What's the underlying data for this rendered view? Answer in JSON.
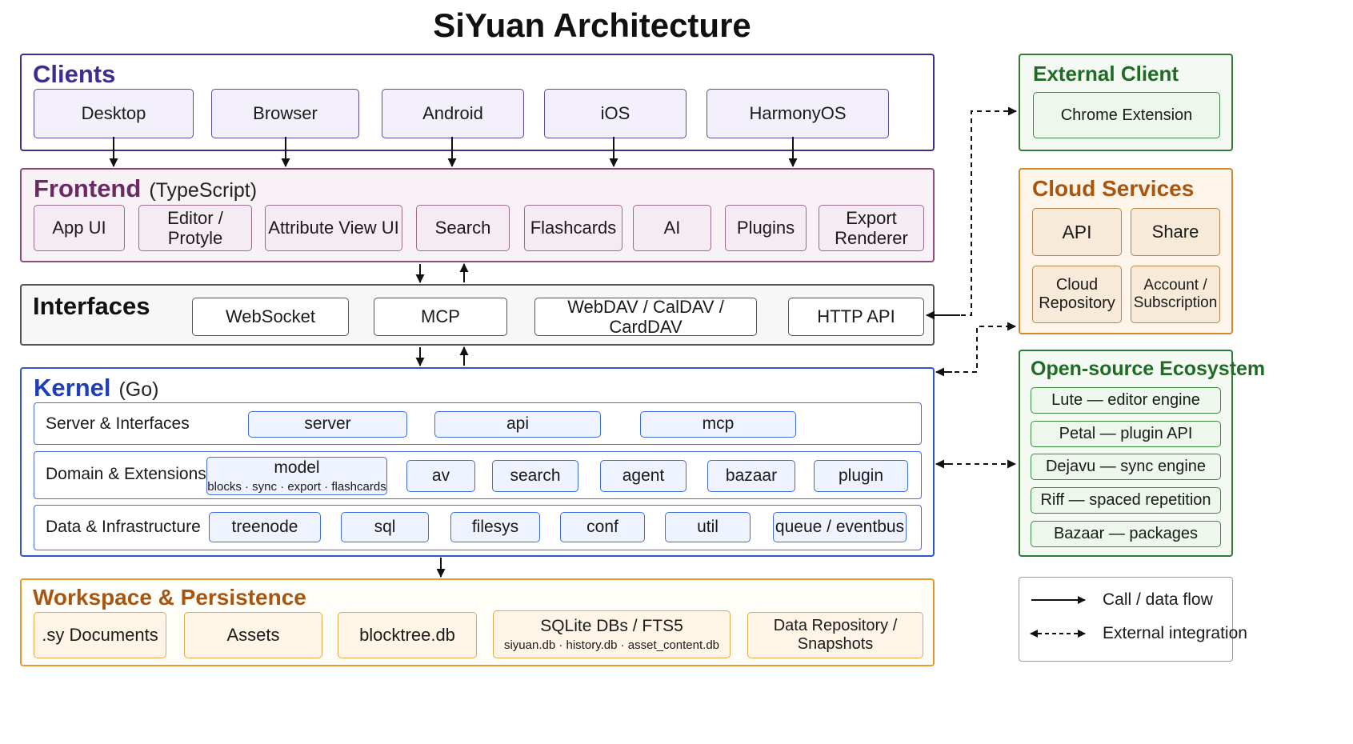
{
  "title": "SiYuan Architecture",
  "clients": {
    "title": "Clients",
    "items": [
      "Desktop",
      "Browser",
      "Android",
      "iOS",
      "HarmonyOS"
    ]
  },
  "frontend": {
    "title": "Frontend",
    "subtitle": "(TypeScript)",
    "items": [
      "App UI",
      "Editor / Protyle",
      "Attribute View UI",
      "Search",
      "Flashcards",
      "AI",
      "Plugins",
      "Export Renderer"
    ]
  },
  "interfaces": {
    "title": "Interfaces",
    "items": [
      "WebSocket",
      "MCP",
      "WebDAV / CalDAV / CardDAV",
      "HTTP API"
    ]
  },
  "kernel": {
    "title": "Kernel",
    "subtitle": "(Go)",
    "server": {
      "label": "Server  &  Interfaces",
      "items": [
        "server",
        "api",
        "mcp"
      ]
    },
    "domain": {
      "label": "Domain  &  Extensions",
      "model": {
        "name": "model",
        "detail": "blocks · sync · export · flashcards"
      },
      "items": [
        "av",
        "search",
        "agent",
        "bazaar",
        "plugin"
      ]
    },
    "data": {
      "label": "Data  &  Infrastructure",
      "items": [
        "treenode",
        "sql",
        "filesys",
        "conf",
        "util",
        "queue / eventbus"
      ]
    }
  },
  "workspace": {
    "title": "Workspace & Persistence",
    "sy_documents": ".sy Documents",
    "assets": "Assets",
    "blocktree": "blocktree.db",
    "sqlite": {
      "name": "SQLite DBs / FTS5",
      "detail": "siyuan.db  ·  history.db  ·  asset_content.db"
    },
    "repository": "Data Repository / Snapshots"
  },
  "external_client": {
    "title": "External Client",
    "item": "Chrome Extension"
  },
  "cloud_services": {
    "title": "Cloud Services",
    "api": "API",
    "share": "Share",
    "cloud_line1": "Cloud",
    "cloud_line2": "Repository",
    "account_line1": "Account /",
    "account_line2": "Subscription"
  },
  "ecosystem": {
    "title": "Open-source Ecosystem",
    "items": [
      "Lute — editor engine",
      "Petal — plugin API",
      "Dejavu — sync engine",
      "Riff — spaced repetition",
      "Bazaar — packages"
    ]
  },
  "legend": {
    "call": "Call / data flow",
    "external": "External integration"
  },
  "colors": {
    "clients": "#3b2e91",
    "frontend": "#8c4d7e",
    "kernel": "#2f57c8",
    "workspace": "#e69a2e",
    "external": "#2e7d32",
    "cloud": "#d2882f"
  }
}
